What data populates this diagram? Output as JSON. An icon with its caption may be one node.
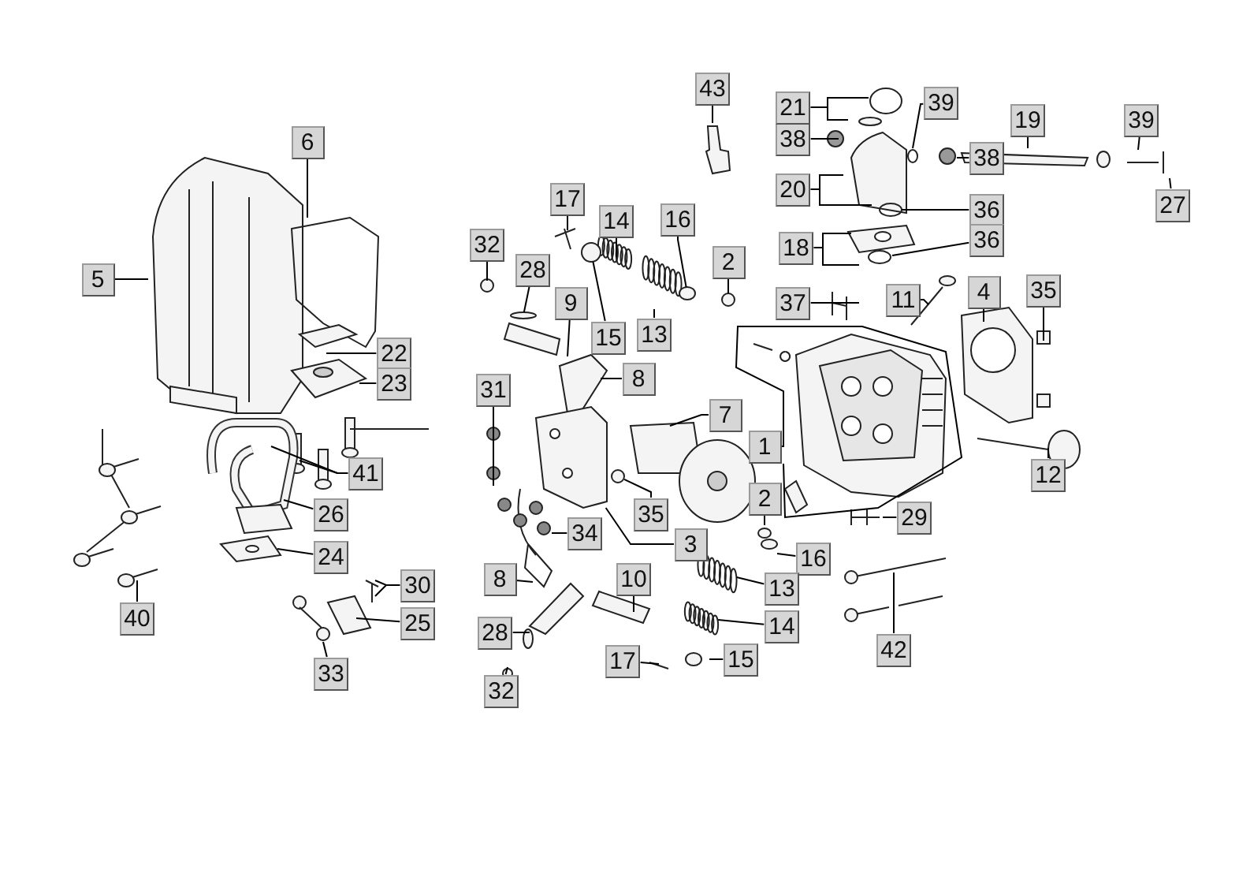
{
  "diagram": {
    "nodes": [
      {
        "text": [
          "6"
        ]
      },
      {
        "text": [
          "5"
        ]
      },
      {
        "text": [
          "22"
        ]
      },
      {
        "text": [
          "23"
        ]
      },
      {
        "text": [
          "41"
        ]
      },
      {
        "text": [
          "26"
        ]
      },
      {
        "text": [
          "24"
        ]
      },
      {
        "text": [
          "30"
        ]
      },
      {
        "text": [
          "25"
        ]
      },
      {
        "text": [
          "33"
        ]
      },
      {
        "text": [
          "40"
        ]
      },
      {
        "text": [
          "32"
        ]
      },
      {
        "text": [
          "17"
        ]
      },
      {
        "text": [
          "28"
        ]
      },
      {
        "text": [
          "9"
        ]
      },
      {
        "text": [
          "14"
        ]
      },
      {
        "text": [
          "15"
        ]
      },
      {
        "text": [
          "13"
        ]
      },
      {
        "text": [
          "16"
        ]
      },
      {
        "text": [
          "2"
        ]
      },
      {
        "text": [
          "8"
        ]
      },
      {
        "text": [
          "7"
        ]
      },
      {
        "text": [
          "31"
        ]
      },
      {
        "text": [
          "1"
        ]
      },
      {
        "text": [
          "35"
        ]
      },
      {
        "text": [
          "34"
        ]
      },
      {
        "text": [
          "3"
        ]
      },
      {
        "text": [
          "37"
        ]
      },
      {
        "text": [
          "11"
        ]
      },
      {
        "text": [
          "4"
        ]
      },
      {
        "text": [
          "35"
        ]
      },
      {
        "text": [
          "12"
        ]
      },
      {
        "text": [
          "18"
        ]
      },
      {
        "text": [
          "36"
        ]
      },
      {
        "text": [
          "36"
        ]
      },
      {
        "text": [
          "20"
        ]
      },
      {
        "text": [
          "38"
        ]
      },
      {
        "text": [
          "21"
        ]
      },
      {
        "text": [
          "39"
        ]
      },
      {
        "text": [
          "38"
        ]
      },
      {
        "text": [
          "19"
        ]
      },
      {
        "text": [
          "39"
        ]
      },
      {
        "text": [
          "27"
        ]
      },
      {
        "text": [
          "43"
        ]
      },
      {
        "text": [
          "29"
        ]
      },
      {
        "text": [
          "42"
        ]
      },
      {
        "text": [
          "2"
        ]
      },
      {
        "text": [
          "16"
        ]
      },
      {
        "text": [
          "13"
        ]
      },
      {
        "text": [
          "14"
        ]
      },
      {
        "text": [
          "15"
        ]
      },
      {
        "text": [
          "17"
        ]
      },
      {
        "text": [
          "10"
        ]
      },
      {
        "text": [
          "8"
        ]
      },
      {
        "text": [
          "28"
        ]
      },
      {
        "text": [
          "32"
        ]
      },
      {
        "text": [],
        "shape": "circle"
      },
      {
        "text": [],
        "shape": "circle"
      },
      {
        "text": [],
        "shape": "circle"
      },
      {
        "text": [],
        "shape": "picture"
      },
      {
        "text": [],
        "shape": "picture"
      },
      {
        "text": [],
        "shape": "circle"
      },
      {
        "text": [],
        "shape": "picture"
      }
    ],
    "edges": [
      {
        "from": 0,
        "to": null,
        "arrow": "none"
      },
      {
        "from": 1,
        "to": null,
        "arrow": "none"
      },
      {
        "from": 2,
        "to": null,
        "arrow": "none"
      },
      {
        "from": 3,
        "to": null,
        "arrow": "none"
      },
      {
        "from": 4,
        "to": null,
        "arrow": "none"
      },
      {
        "from": 4,
        "to": null,
        "arrow": "none"
      },
      {
        "from": 5,
        "to": null,
        "arrow": "none"
      },
      {
        "from": 6,
        "to": null,
        "arrow": "none"
      },
      {
        "from": 7,
        "to": null,
        "arrow": "none"
      },
      {
        "from": 7,
        "to": null,
        "arrow": "none"
      },
      {
        "from": 8,
        "to": null,
        "arrow": "none"
      },
      {
        "from": 9,
        "to": null,
        "arrow": "none"
      },
      {
        "from": 10,
        "to": null,
        "arrow": "none"
      },
      {
        "from": 11,
        "to": null,
        "arrow": "none"
      },
      {
        "from": 12,
        "to": null,
        "arrow": "none"
      },
      {
        "from": 13,
        "to": 56,
        "arrow": "none"
      },
      {
        "from": 14,
        "to": null,
        "arrow": "none"
      },
      {
        "from": 15,
        "to": null,
        "arrow": "none"
      },
      {
        "from": 16,
        "to": 57,
        "arrow": "none"
      },
      {
        "from": 17,
        "to": null,
        "arrow": "none"
      },
      {
        "from": 18,
        "to": 58,
        "arrow": "none"
      },
      {
        "from": 19,
        "to": null,
        "arrow": "none"
      },
      {
        "from": 20,
        "to": null,
        "arrow": "none"
      },
      {
        "from": 21,
        "to": null,
        "arrow": "none"
      },
      {
        "from": 22,
        "to": null,
        "arrow": "none"
      },
      {
        "from": 23,
        "to": null,
        "arrow": "none"
      },
      {
        "from": 24,
        "to": 61,
        "arrow": "none"
      },
      {
        "from": 25,
        "to": null,
        "arrow": "none"
      },
      {
        "from": 26,
        "to": 59,
        "arrow": "none"
      },
      {
        "from": 27,
        "to": null,
        "arrow": "none"
      },
      {
        "from": 28,
        "to": null,
        "arrow": "none"
      },
      {
        "from": 29,
        "to": null,
        "arrow": "none"
      },
      {
        "from": 30,
        "to": null,
        "arrow": "none"
      },
      {
        "from": 31,
        "to": null,
        "arrow": "none"
      },
      {
        "from": 32,
        "to": null,
        "arrow": "none"
      },
      {
        "from": 32,
        "to": null,
        "arrow": "none"
      },
      {
        "from": 33,
        "to": null,
        "arrow": "none"
      },
      {
        "from": 34,
        "to": null,
        "arrow": "none"
      },
      {
        "from": 35,
        "to": null,
        "arrow": "none"
      },
      {
        "from": 35,
        "to": null,
        "arrow": "none"
      },
      {
        "from": 36,
        "to": null,
        "arrow": "none"
      },
      {
        "from": 37,
        "to": null,
        "arrow": "none"
      },
      {
        "from": 37,
        "to": null,
        "arrow": "none"
      },
      {
        "from": 38,
        "to": null,
        "arrow": "none"
      },
      {
        "from": 39,
        "to": null,
        "arrow": "none"
      },
      {
        "from": 40,
        "to": null,
        "arrow": "none"
      },
      {
        "from": 41,
        "to": null,
        "arrow": "none"
      },
      {
        "from": 42,
        "to": null,
        "arrow": "none"
      },
      {
        "from": 43,
        "to": null,
        "arrow": "none"
      },
      {
        "from": 44,
        "to": null,
        "arrow": "none"
      },
      {
        "from": 45,
        "to": null,
        "arrow": "none"
      },
      {
        "from": 46,
        "to": null,
        "arrow": "none"
      },
      {
        "from": 47,
        "to": null,
        "arrow": "none"
      },
      {
        "from": 48,
        "to": 62,
        "arrow": "none"
      },
      {
        "from": 49,
        "to": 60,
        "arrow": "none"
      },
      {
        "from": 50,
        "to": null,
        "arrow": "none"
      },
      {
        "from": 51,
        "to": null,
        "arrow": "none"
      },
      {
        "from": 52,
        "to": null,
        "arrow": "none"
      },
      {
        "from": 53,
        "to": null,
        "arrow": "none"
      },
      {
        "from": 54,
        "to": null,
        "arrow": "none"
      },
      {
        "from": 55,
        "to": null,
        "arrow": "none"
      }
    ]
  }
}
